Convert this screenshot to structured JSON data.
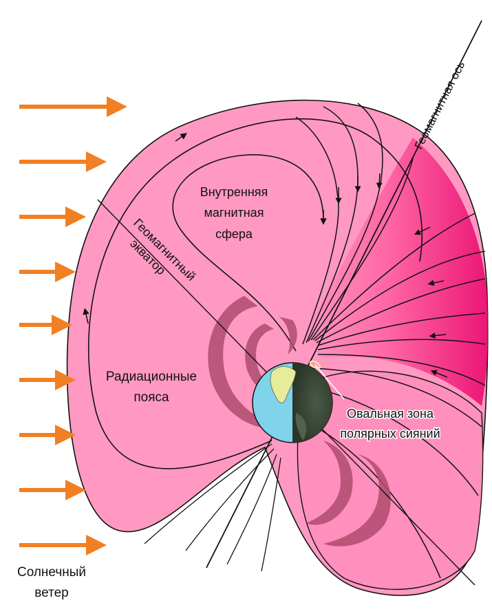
{
  "labels": {
    "solar_wind_line1": "Солнечный",
    "solar_wind_line2": "ветер",
    "inner_sphere_line1": "Внутренняя",
    "inner_sphere_line2": "магнитная",
    "inner_sphere_line3": "сфера",
    "geomag_equator_line1": "Геомагнитный",
    "geomag_equator_line2": "экватор",
    "geomag_axis": "Геомагнитная ось",
    "radiation_belts_line1": "Радиационные",
    "radiation_belts_line2": "пояса",
    "auroral_oval_line1": "Овальная зона",
    "auroral_oval_line2": "полярных сияний"
  },
  "colors": {
    "magnetosphere_fill": "#ff99c2",
    "magnetosphere_dark": "#e8006a",
    "solar_wind_arrow": "#f27f22",
    "radiation_belt": "#b04c6e",
    "ocean": "#7fd3ea",
    "land_dark": "#3a4a3a",
    "land_light": "#e6ec9a"
  }
}
